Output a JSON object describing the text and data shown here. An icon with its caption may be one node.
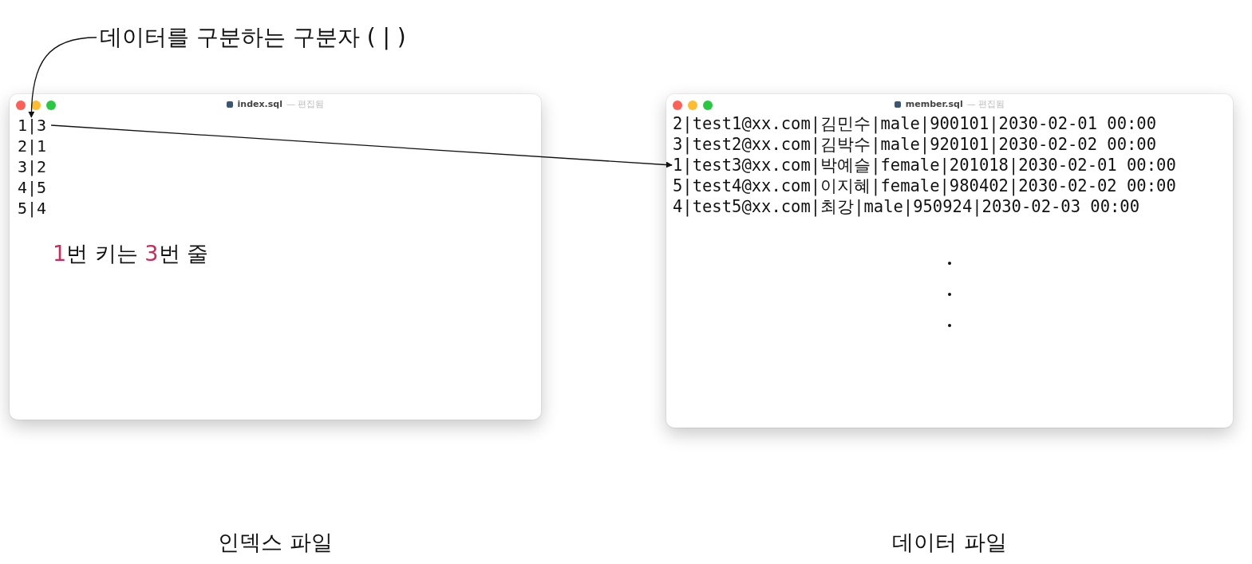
{
  "diagram": {
    "nodes": [
      {
        "text": [
          "데이터를 구분하는 구분자 ( | )"
        ]
      },
      {
        "text": [
          "index.sql",
          "— 편집됨"
        ]
      },
      {
        "text": [
          "1|3"
        ],
        "in": 1
      },
      {
        "text": [
          "2|1"
        ],
        "in": 1
      },
      {
        "text": [
          "3|2"
        ],
        "in": 1
      },
      {
        "text": [
          "4|5"
        ],
        "in": 1
      },
      {
        "text": [
          "5|4"
        ],
        "in": 1
      },
      {
        "text": [
          "member.sql",
          "— 편집됨"
        ]
      },
      {
        "text": [
          "2|test1@xx.com|김민수|male|900101|2030-02-01 00:00"
        ],
        "in": 7
      },
      {
        "text": [
          "3|test2@xx.com|김박수|male|920101|2030-02-02 00:00"
        ],
        "in": 7
      },
      {
        "text": [
          "1|test3@xx.com|박예슬|female|201018|2030-02-01 00:00"
        ],
        "in": 7
      },
      {
        "text": [
          "5|test4@xx.com|이지혜|female|980402|2030-02-02 00:00"
        ],
        "in": 7
      },
      {
        "text": [
          "4|test5@xx.com|최강|male|950924|2030-02-03 00:00"
        ],
        "in": 7
      }
    ],
    "edges": [
      {
        "from": 0,
        "to": 2,
        "arrow": "to"
      },
      {
        "from": 2,
        "to": 10,
        "arrow": "to"
      }
    ],
    "labels": [
      "**1**번 키는 **3**번 줄",
      "인덱스 파일",
      "데이터 파일"
    ]
  }
}
